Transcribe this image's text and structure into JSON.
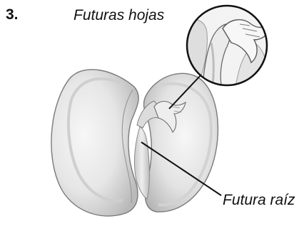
{
  "step_number": "3.",
  "labels": {
    "leaves": "Futuras hojas",
    "root": "Futura raíz"
  }
}
